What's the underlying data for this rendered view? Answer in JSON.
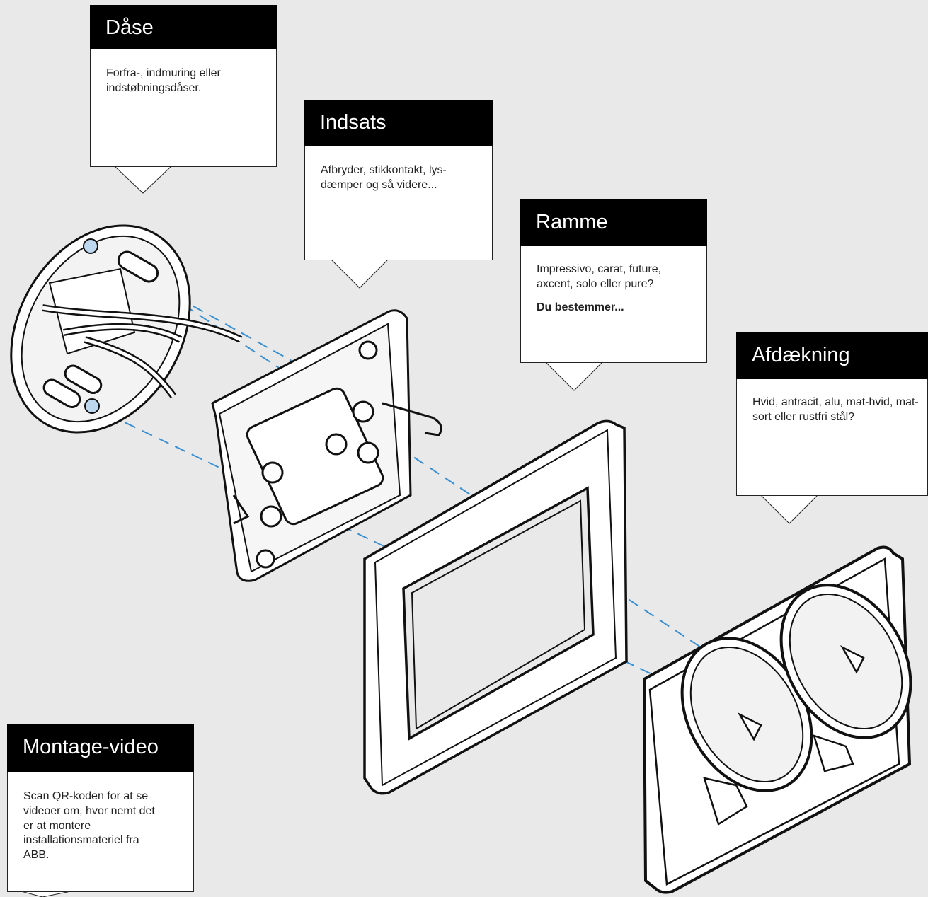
{
  "callouts": {
    "daase": {
      "title": "Dåse",
      "text": "Forfra-, indmuring eller indstøbningsdåser."
    },
    "indsats": {
      "title": "Indsats",
      "text": "Afbryder, stikkontakt, lys-dæmper og så videre..."
    },
    "ramme": {
      "title": "Ramme",
      "text": "Impressivo, carat, future, axcent, solo eller pure?",
      "emphasis": "Du bestemmer..."
    },
    "afdaekning": {
      "title": "Afdækning",
      "text": "Hvid, antracit, alu, mat-hvid, mat-sort eller rustfri stål?"
    },
    "montage": {
      "title": "Montage-video",
      "text": "Scan QR-koden for at se videoer om, hvor nemt det er at montere installationsmateriel fra ABB."
    }
  },
  "colors": {
    "background": "#e9e9e9",
    "guide_line": "#3a8fd0",
    "outline": "#111111",
    "header": "#000000"
  }
}
